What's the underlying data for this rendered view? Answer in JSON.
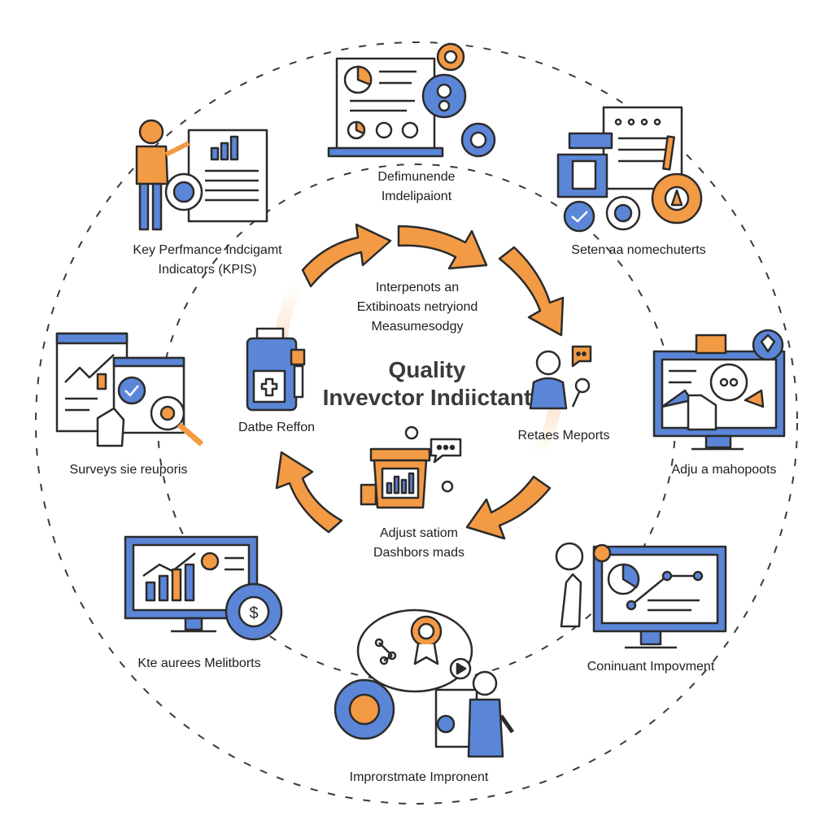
{
  "center": {
    "line1": "Quality",
    "line2": "Invevctor Indiictant"
  },
  "outer_labels": {
    "top": [
      "Defimunende",
      "Imdelipaiont"
    ],
    "top_left": [
      "Key Perfmance Indcigamt",
      "Indicators (KPIS)"
    ],
    "top_right": [
      "Seten aa nomechuterts"
    ],
    "left": [
      "Surveys sie reuporis"
    ],
    "right": [
      "Adju a mahopoots"
    ],
    "bottom_left": [
      "Kte aurees Melitborts"
    ],
    "bottom_right": [
      "Coninuant Impovment"
    ],
    "bottom": [
      "Improrstmate Impronent"
    ]
  },
  "inner_labels": {
    "top": [
      "Interpenots an",
      "Extibinoats netryiond",
      "Measumesodgy"
    ],
    "left": [
      "Datbe Reffon"
    ],
    "right": [
      "Retaes Meports"
    ],
    "bottom": [
      "Adjust satiom",
      "Dashbors mads"
    ]
  },
  "colors": {
    "orange": "#F39A45",
    "blue": "#5B86D8",
    "outline": "#2b2b2b",
    "dash": "#3a3a3a"
  },
  "icons": {
    "top": "report-gear-icon",
    "top_left": "presenter-kpi-icon",
    "top_right": "document-gear-target-icon",
    "left": "analytics-magnifier-icon",
    "right": "monitor-search-icon",
    "bottom_left": "monitor-dollar-gear-icon",
    "bottom_right": "monitor-graph-hand-icon",
    "bottom": "gear-award-person-icon",
    "inner_left": "data-database-icon",
    "inner_right": "person-microphone-icon",
    "inner_bottom": "dashboard-chat-icon"
  }
}
